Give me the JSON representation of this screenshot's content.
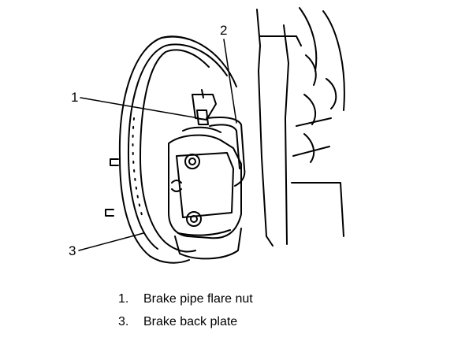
{
  "callouts": {
    "one": "1",
    "two": "2",
    "three": "3"
  },
  "legend": [
    {
      "num": "1.",
      "text": "Brake pipe flare nut"
    },
    {
      "num": "3.",
      "text": "Brake back plate"
    }
  ]
}
